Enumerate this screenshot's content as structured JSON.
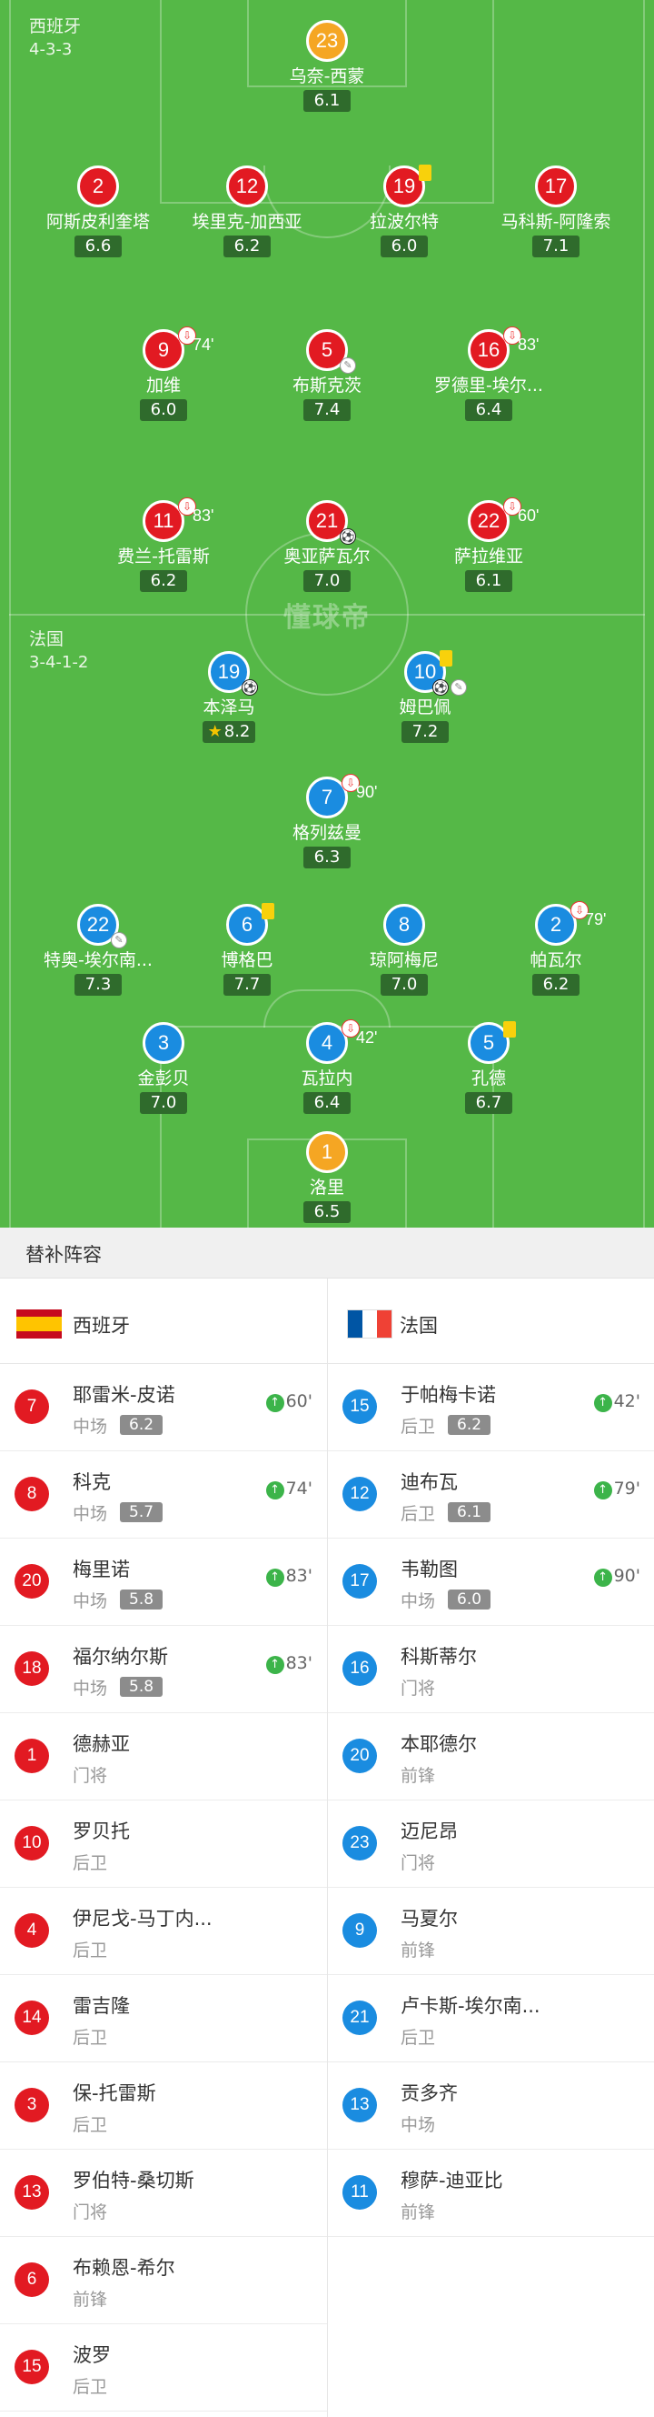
{
  "pitch": {
    "watermark": "懂球帝",
    "home": {
      "name": "西班牙",
      "formation": "4-3-3"
    },
    "away": {
      "name": "法国",
      "formation": "3-4-1-2"
    }
  },
  "home_players": [
    {
      "num": "23",
      "name": "乌奈-西蒙",
      "rating": "6.1",
      "gk": true
    },
    {
      "num": "2",
      "name": "阿斯皮利奎塔",
      "rating": "6.6"
    },
    {
      "num": "12",
      "name": "埃里克-加西亚",
      "rating": "6.2"
    },
    {
      "num": "19",
      "name": "拉波尔特",
      "rating": "6.0",
      "yellow": true
    },
    {
      "num": "17",
      "name": "马科斯-阿隆索",
      "rating": "7.1"
    },
    {
      "num": "9",
      "name": "加维",
      "rating": "6.0",
      "sub_min": "74'"
    },
    {
      "num": "5",
      "name": "布斯克茨",
      "rating": "7.4",
      "assist": true
    },
    {
      "num": "16",
      "name": "罗德里-埃尔...",
      "rating": "6.4",
      "sub_min": "83'"
    },
    {
      "num": "11",
      "name": "费兰-托雷斯",
      "rating": "6.2",
      "sub_min": "83'"
    },
    {
      "num": "21",
      "name": "奥亚萨瓦尔",
      "rating": "7.0",
      "goal": true
    },
    {
      "num": "22",
      "name": "萨拉维亚",
      "rating": "6.1",
      "sub_min": "60'"
    }
  ],
  "away_players": [
    {
      "num": "19",
      "name": "本泽马",
      "rating": "8.2",
      "goal": true,
      "star": true
    },
    {
      "num": "10",
      "name": "姆巴佩",
      "rating": "7.2",
      "yellow": true,
      "goal": true,
      "assist": true
    },
    {
      "num": "7",
      "name": "格列兹曼",
      "rating": "6.3",
      "sub_min": "90'"
    },
    {
      "num": "22",
      "name": "特奥-埃尔南...",
      "rating": "7.3",
      "assist": true
    },
    {
      "num": "6",
      "name": "博格巴",
      "rating": "7.7",
      "yellow": true
    },
    {
      "num": "8",
      "name": "琼阿梅尼",
      "rating": "7.0"
    },
    {
      "num": "2",
      "name": "帕瓦尔",
      "rating": "6.2",
      "sub_min": "79'"
    },
    {
      "num": "3",
      "name": "金彭贝",
      "rating": "7.0"
    },
    {
      "num": "4",
      "name": "瓦拉内",
      "rating": "6.4",
      "sub_min": "42'"
    },
    {
      "num": "5",
      "name": "孔德",
      "rating": "6.7",
      "yellow": true
    },
    {
      "num": "1",
      "name": "洛里",
      "rating": "6.5",
      "gk": true
    }
  ],
  "subs": {
    "title": "替补阵容",
    "home_team": "西班牙",
    "away_team": "法国",
    "home": [
      {
        "num": "7",
        "name": "耶雷米-皮诺",
        "pos": "中场",
        "rating": "6.2",
        "in": "60'"
      },
      {
        "num": "8",
        "name": "科克",
        "pos": "中场",
        "rating": "5.7",
        "in": "74'"
      },
      {
        "num": "20",
        "name": "梅里诺",
        "pos": "中场",
        "rating": "5.8",
        "in": "83'"
      },
      {
        "num": "18",
        "name": "福尔纳尔斯",
        "pos": "中场",
        "rating": "5.8",
        "in": "83'"
      },
      {
        "num": "1",
        "name": "德赫亚",
        "pos": "门将"
      },
      {
        "num": "10",
        "name": "罗贝托",
        "pos": "后卫"
      },
      {
        "num": "4",
        "name": "伊尼戈-马丁内...",
        "pos": "后卫"
      },
      {
        "num": "14",
        "name": "雷吉隆",
        "pos": "后卫"
      },
      {
        "num": "3",
        "name": "保-托雷斯",
        "pos": "后卫"
      },
      {
        "num": "13",
        "name": "罗伯特-桑切斯",
        "pos": "门将"
      },
      {
        "num": "6",
        "name": "布赖恩-希尔",
        "pos": "前锋"
      },
      {
        "num": "15",
        "name": "波罗",
        "pos": "后卫"
      }
    ],
    "away": [
      {
        "num": "15",
        "name": "于帕梅卡诺",
        "pos": "后卫",
        "rating": "6.2",
        "in": "42'"
      },
      {
        "num": "12",
        "name": "迪布瓦",
        "pos": "后卫",
        "rating": "6.1",
        "in": "79'"
      },
      {
        "num": "17",
        "name": "韦勒图",
        "pos": "中场",
        "rating": "6.0",
        "in": "90'"
      },
      {
        "num": "16",
        "name": "科斯蒂尔",
        "pos": "门将"
      },
      {
        "num": "20",
        "name": "本耶德尔",
        "pos": "前锋"
      },
      {
        "num": "23",
        "name": "迈尼昂",
        "pos": "门将"
      },
      {
        "num": "9",
        "name": "马夏尔",
        "pos": "前锋"
      },
      {
        "num": "21",
        "name": "卢卡斯-埃尔南...",
        "pos": "后卫"
      },
      {
        "num": "13",
        "name": "贡多齐",
        "pos": "中场"
      },
      {
        "num": "11",
        "name": "穆萨-迪亚比",
        "pos": "前锋"
      }
    ]
  },
  "colors": {
    "pitch": "#55b847",
    "home": "#e21a22",
    "away": "#1a8ce0",
    "gk": "#f5a623"
  }
}
